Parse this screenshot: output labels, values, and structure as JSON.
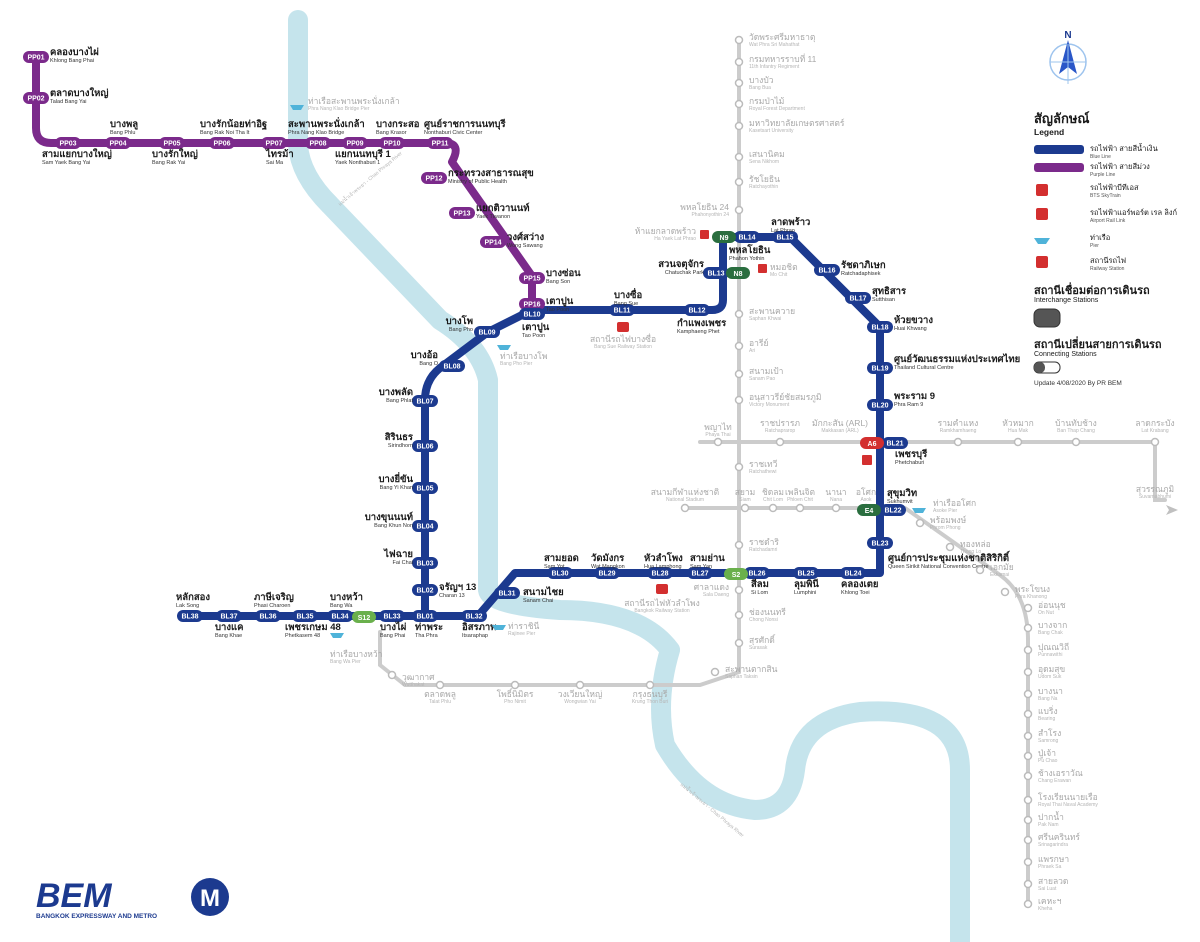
{
  "colors": {
    "blue_line": "#1c3a8f",
    "purple_line": "#7b2a8b",
    "gray_line": "#cccccc",
    "river": "#c5e4ec",
    "interchange": "#2a6e3f",
    "light_green": "#6ab04c",
    "airport_red": "#d32f2f"
  },
  "legend": {
    "title_th": "สัญลักษณ์",
    "title_en": "Legend",
    "items": [
      {
        "th": "รถไฟฟ้า สายสีน้ำเงิน",
        "en": "Blue Line",
        "icon": "blue-line-swatch"
      },
      {
        "th": "รถไฟฟ้า สายสีม่วง",
        "en": "Purple Line",
        "icon": "purple-line-swatch"
      },
      {
        "th": "รถไฟฟ้าบีทีเอส",
        "en": "BTS SkyTrain",
        "icon": "bts-train-icon"
      },
      {
        "th": "รถไฟฟ้าแอร์พอร์ต เรล ลิงก์",
        "en": "Airport Rail Link",
        "icon": "airport-rail-icon"
      },
      {
        "th": "ท่าเรือ",
        "en": "Pier",
        "icon": "boat-icon"
      },
      {
        "th": "สถานีรถไฟ",
        "en": "Railway Station",
        "icon": "railway-train-icon"
      }
    ],
    "interchange_th": "สถานีเชื่อมต่อการเดินรถ",
    "interchange_en": "Interchange Stations",
    "connecting_th": "สถานีเปลี่ยนสายการเดินรถ",
    "connecting_en": "Connecting Stations",
    "update_note": "Update 4/08/2020 By PR BEM",
    "compass_letter": "N"
  },
  "logos": {
    "bem_text": "BEM",
    "bem_subtitle": "BANGKOK EXPRESSWAY AND METRO",
    "metro_letter": "M"
  },
  "purple_stations": [
    {
      "code": "PP01",
      "th": "คลองบางไผ่",
      "en": "Khlong Bang Phai"
    },
    {
      "code": "PP02",
      "th": "ตลาดบางใหญ่",
      "en": "Talad Bang Yai"
    },
    {
      "code": "PP03",
      "th": "สามแยกบางใหญ่",
      "en": "Sam Yaek Bang Yai"
    },
    {
      "code": "PP04",
      "th": "บางพลู",
      "en": "Bang Phlu"
    },
    {
      "code": "PP05",
      "th": "บางรักใหญ่",
      "en": "Bang Rak Yai"
    },
    {
      "code": "PP06",
      "th": "บางรักน้อยท่าอิฐ",
      "en": "Bang Rak Noi Tha It"
    },
    {
      "code": "PP07",
      "th": "ไทรม้า",
      "en": "Sai Ma"
    },
    {
      "code": "PP08",
      "th": "สะพานพระนั่งเกล้า",
      "en": "Phra Nang Klao Bridge"
    },
    {
      "code": "PP09",
      "th": "แยกนนทบุรี 1",
      "en": "Yaek Nonthaburi 1"
    },
    {
      "code": "PP10",
      "th": "บางกระสอ",
      "en": "Bang Krasor"
    },
    {
      "code": "PP11",
      "th": "ศูนย์ราชการนนทบุรี",
      "en": "Nonthaburi Civic Center"
    },
    {
      "code": "PP12",
      "th": "กระทรวงสาธารณสุข",
      "en": "Ministry of Public Health"
    },
    {
      "code": "PP13",
      "th": "แยกติวานนท์",
      "en": "Yaek Tiwanon"
    },
    {
      "code": "PP14",
      "th": "วงศ์สว่าง",
      "en": "Wong Sawang"
    },
    {
      "code": "PP15",
      "th": "บางซ่อน",
      "en": "Bang Son"
    },
    {
      "code": "PP16",
      "th": "เตาปูน",
      "en": "Tao Poon"
    }
  ],
  "blue_stations": [
    {
      "code": "BL01",
      "th": "ท่าพระ",
      "en": "Tha Phra"
    },
    {
      "code": "BL02",
      "th": "จรัญฯ 13",
      "en": "Charan 13"
    },
    {
      "code": "BL03",
      "th": "ไฟฉาย",
      "en": "Fai Chai"
    },
    {
      "code": "BL04",
      "th": "บางขุนนนท์",
      "en": "Bang Khun Non"
    },
    {
      "code": "BL05",
      "th": "บางยี่ขัน",
      "en": "Bang Yi Khan"
    },
    {
      "code": "BL06",
      "th": "สิรินธร",
      "en": "Sirindhorn"
    },
    {
      "code": "BL07",
      "th": "บางพลัด",
      "en": "Bang Phlat"
    },
    {
      "code": "BL08",
      "th": "บางอ้อ",
      "en": "Bang O"
    },
    {
      "code": "BL09",
      "th": "บางโพ",
      "en": "Bang Pho"
    },
    {
      "code": "BL10",
      "th": "เตาปูน",
      "en": "Tao Poon"
    },
    {
      "code": "BL11",
      "th": "บางซื่อ",
      "en": "Bang Sue"
    },
    {
      "code": "BL12",
      "th": "กำแพงเพชร",
      "en": "Kamphaeng Phet"
    },
    {
      "code": "BL13",
      "th": "สวนจตุจักร",
      "en": "Chatuchak Park"
    },
    {
      "code": "BL14",
      "th": "พหลโยธิน",
      "en": "Phahon Yothin"
    },
    {
      "code": "BL15",
      "th": "ลาดพร้าว",
      "en": "Lat Phrao"
    },
    {
      "code": "BL16",
      "th": "รัชดาภิเษก",
      "en": "Ratchadaphisek"
    },
    {
      "code": "BL17",
      "th": "สุทธิสาร",
      "en": "Sutthisan"
    },
    {
      "code": "BL18",
      "th": "ห้วยขวาง",
      "en": "Huai Khwang"
    },
    {
      "code": "BL19",
      "th": "ศูนย์วัฒนธรรมแห่งประเทศไทย",
      "en": "Thailand Cultural Centre"
    },
    {
      "code": "BL20",
      "th": "พระราม 9",
      "en": "Phra Ram 9"
    },
    {
      "code": "BL21",
      "th": "เพชรบุรี",
      "en": "Phetchaburi"
    },
    {
      "code": "BL22",
      "th": "สุขุมวิท",
      "en": "Sukhumvit"
    },
    {
      "code": "BL23",
      "th": "ศูนย์การประชุมแห่งชาติสิริกิติ์",
      "en": "Queen Sirikit National Convention Centre"
    },
    {
      "code": "BL24",
      "th": "คลองเตย",
      "en": "Khlong Toei"
    },
    {
      "code": "BL25",
      "th": "ลุมพินี",
      "en": "Lumphini"
    },
    {
      "code": "BL26",
      "th": "สีลม",
      "en": "Si Lom"
    },
    {
      "code": "BL27",
      "th": "สามย่าน",
      "en": "Sam Yan"
    },
    {
      "code": "BL28",
      "th": "หัวลำโพง",
      "en": "Hua Lamphong"
    },
    {
      "code": "BL29",
      "th": "วัดมังกร",
      "en": "Wat Mangkon"
    },
    {
      "code": "BL30",
      "th": "สามยอด",
      "en": "Sam Yot"
    },
    {
      "code": "BL31",
      "th": "สนามไชย",
      "en": "Sanam Chai"
    },
    {
      "code": "BL32",
      "th": "อิสรภาพ",
      "en": "Itsaraphap"
    },
    {
      "code": "BL33",
      "th": "บางไผ่",
      "en": "Bang Phai"
    },
    {
      "code": "BL34",
      "th": "บางหว้า",
      "en": "Bang Wa"
    },
    {
      "code": "BL35",
      "th": "เพชรเกษม 48",
      "en": "Phetkasem 48"
    },
    {
      "code": "BL36",
      "th": "ภาษีเจริญ",
      "en": "Phasi Charoen"
    },
    {
      "code": "BL37",
      "th": "บางแค",
      "en": "Bang Khae"
    },
    {
      "code": "BL38",
      "th": "หลักสอง",
      "en": "Lak Song"
    }
  ],
  "interchange_codes": {
    "n9": "N9",
    "n8": "N8",
    "a6": "A6",
    "e4": "E4",
    "s2": "S2",
    "s12": "S12"
  },
  "other_labels": {
    "bang_sue_railway_th": "สถานีรถไฟบางซื่อ",
    "bang_sue_railway_en": "Bang Sue Railway Station",
    "hua_lamphong_railway_th": "สถานีรถไฟหัวลำโพง",
    "hua_lamphong_railway_en": "Bangkok Railway Station",
    "river_en": "แม่น้ำเจ้าพระยา - Chao Phraya River",
    "pier_pnk_th": "ท่าเรือสะพานพระนั่งเกล้า",
    "pier_pnk_en": "Phra Nang Klao Bridge Pier",
    "pier_bangpho_th": "ท่าเรือบางโพ",
    "pier_bangpho_en": "Bang Pho Pier",
    "pier_rajinee_th": "ท่าราชินี",
    "pier_rajinee_en": "Rajinee Pier",
    "pier_bangwa_th": "ท่าเรือบางหว้า",
    "pier_bangwa_en": "Bang Wa Pier",
    "pier_asoke_th": "ท่าเรืออโศก",
    "pier_asoke_en": "Asoke Pier",
    "mochit_th": "หมอชิต",
    "mochit_en": "Mo Chit",
    "makkasan_th": "มักกะสัน (ARL)",
    "makkasan_en": "Makkasan (ARL)",
    "suvarnabhumi_th": "สุวรรณภูมิ",
    "suvarnabhumi_en": "Suvarnabhumi",
    "ha_yaek_th": "ห้าแยกลาดพร้าว",
    "ha_yaek_en": "Ha Yaek Lat Phrao"
  },
  "bts_sukhumvit_stations": [
    {
      "th": "วัดพระศรีมหาธาตุ",
      "en": "Wat Phra Sri Mahathat"
    },
    {
      "th": "กรมทหารราบที่ 11",
      "en": "11th Infantry Regiment"
    },
    {
      "th": "บางบัว",
      "en": "Bang Bua"
    },
    {
      "th": "กรมป่าไม้",
      "en": "Royal Forest Department"
    },
    {
      "th": "มหาวิทยาลัยเกษตรศาสตร์",
      "en": "Kasetsart University"
    },
    {
      "th": "เสนานิคม",
      "en": "Sena Nikhom"
    },
    {
      "th": "รัชโยธิน",
      "en": "Ratchayothin"
    },
    {
      "th": "พหลโยธิน 24",
      "en": "Phahonyothin 24"
    },
    {
      "th": "สะพานควาย",
      "en": "Saphan Khwai"
    },
    {
      "th": "อารีย์",
      "en": "Ari"
    },
    {
      "th": "สนามเป้า",
      "en": "Sanam Pao"
    },
    {
      "th": "อนุสาวรีย์ชัยสมรภูมิ",
      "en": "Victory Monument"
    },
    {
      "th": "ราชเทวี",
      "en": "Ratchathewi"
    },
    {
      "th": "สยาม",
      "en": "Siam"
    },
    {
      "th": "ชิดลม",
      "en": "Chit Lom"
    },
    {
      "th": "เพลินจิต",
      "en": "Phloen Chit"
    },
    {
      "th": "นานา",
      "en": "Nana"
    },
    {
      "th": "อโศก",
      "en": "Asok"
    },
    {
      "th": "พร้อมพงษ์",
      "en": "Phrom Phong"
    },
    {
      "th": "ทองหล่อ",
      "en": "Thong Lo"
    },
    {
      "th": "เอกมัย",
      "en": "Ekkamai"
    },
    {
      "th": "พระโขนง",
      "en": "Phra Khanong"
    },
    {
      "th": "อ่อนนุช",
      "en": "On Nut"
    },
    {
      "th": "บางจาก",
      "en": "Bang Chak"
    },
    {
      "th": "ปุณณวิถี",
      "en": "Punnawithi"
    },
    {
      "th": "อุดมสุข",
      "en": "Udom Suk"
    },
    {
      "th": "บางนา",
      "en": "Bang Na"
    },
    {
      "th": "แบริ่ง",
      "en": "Bearing"
    },
    {
      "th": "สำโรง",
      "en": "Samrong"
    },
    {
      "th": "ปู่เจ้า",
      "en": "Pu Chao"
    },
    {
      "th": "ช้างเอราวัณ",
      "en": "Chang Erawan"
    },
    {
      "th": "โรงเรียนนายเรือ",
      "en": "Royal Thai Naval Academy"
    },
    {
      "th": "ปากน้ำ",
      "en": "Pak Nam"
    },
    {
      "th": "ศรีนครินทร์",
      "en": "Srinagarindra"
    },
    {
      "th": "แพรกษา",
      "en": "Phraek Sa"
    },
    {
      "th": "สายลวด",
      "en": "Sai Luat"
    },
    {
      "th": "เคหะฯ",
      "en": "Kheha"
    }
  ],
  "bts_silom_stations": [
    {
      "th": "สนามกีฬาแห่งชาติ",
      "en": "National Stadium"
    },
    {
      "th": "ราชดำริ",
      "en": "Ratchadamri"
    },
    {
      "th": "ศาลาแดง",
      "en": "Sala Daeng"
    },
    {
      "th": "ช่องนนทรี",
      "en": "Chong Nonsi"
    },
    {
      "th": "สุรศักดิ์",
      "en": "Surasak"
    },
    {
      "th": "สะพานตากสิน",
      "en": "Saphan Taksin"
    },
    {
      "th": "กรุงธนบุรี",
      "en": "Krung Thon Buri"
    },
    {
      "th": "วงเวียนใหญ่",
      "en": "Wongwian Yai"
    },
    {
      "th": "โพธิ์นิมิตร",
      "en": "Pho Nimit"
    },
    {
      "th": "ตลาดพลู",
      "en": "Talat Phlu"
    },
    {
      "th": "วุฒากาศ",
      "en": "Wutthakat"
    }
  ],
  "arl_stations": [
    {
      "th": "พญาไท",
      "en": "Phaya Thai"
    },
    {
      "th": "ราชปรารภ",
      "en": "Ratchaprarop"
    },
    {
      "th": "รามคำแหง",
      "en": "Ramkhamhaeng"
    },
    {
      "th": "หัวหมาก",
      "en": "Hua Mak"
    },
    {
      "th": "บ้านทับช้าง",
      "en": "Ban Thap Chang"
    },
    {
      "th": "ลาดกระบัง",
      "en": "Lat Krabang"
    }
  ]
}
